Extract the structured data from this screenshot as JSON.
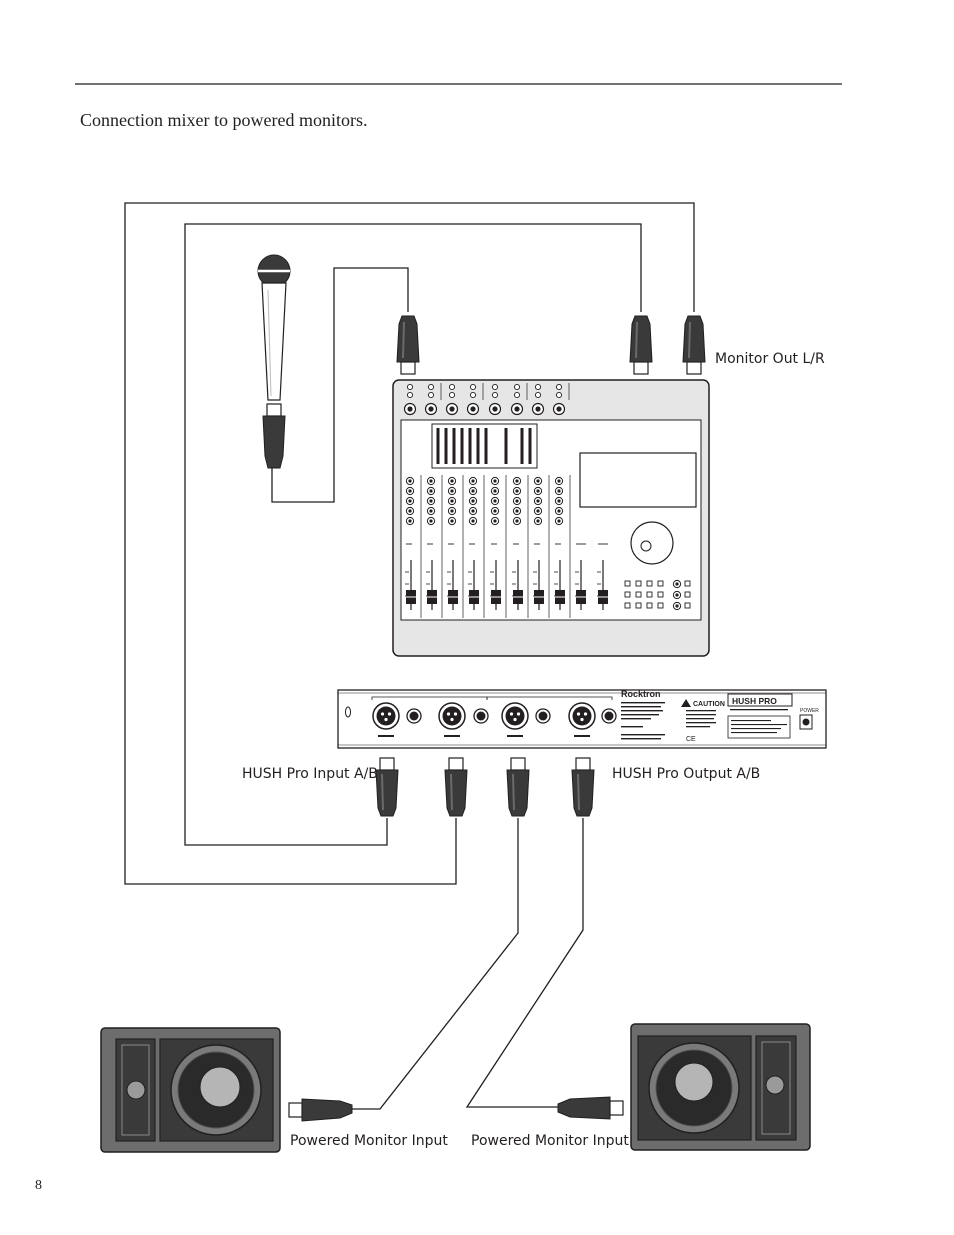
{
  "page": {
    "heading": "Connection mixer to powered monitors.",
    "page_number": "8"
  },
  "labels": {
    "monitor_out": "Monitor Out L/R",
    "hush_input": "HUSH Pro Input A/B",
    "hush_output": "HUSH Pro Output A/B",
    "monitor_input_left": "Powered Monitor Input",
    "monitor_input_right": "Powered Monitor Input"
  },
  "rack": {
    "brand": "Rocktron",
    "product": "HUSH PRO",
    "caution": "CAUTION",
    "ce_mark": "CE",
    "power_label": "POWER"
  },
  "colors": {
    "line": "#231f20",
    "connector": "#3a3a3a",
    "speaker_body": "#6d6d6d",
    "mixer_panel": "#e6e6e6"
  },
  "icons": {
    "microphone": "microphone-icon",
    "mixer": "mixing-console-icon",
    "rack_unit": "noise-reduction-rack-unit-icon",
    "speaker": "powered-monitor-speaker-icon",
    "xlr_plug": "xlr-plug-icon"
  }
}
